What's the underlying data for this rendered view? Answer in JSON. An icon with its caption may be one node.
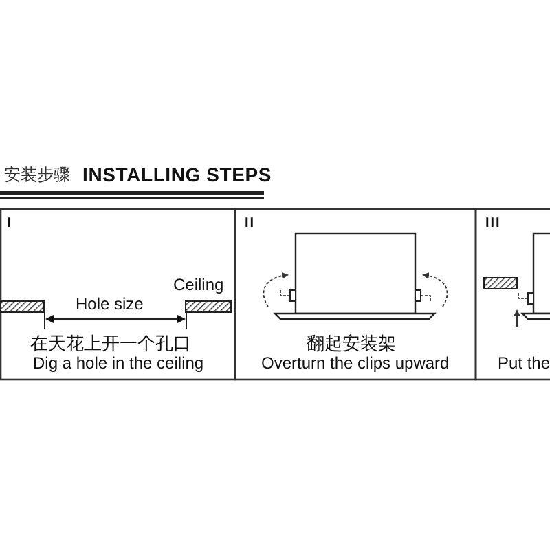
{
  "diagram": {
    "title": "安装步骤",
    "labels": [
      "INSTALLING STEPS",
      "I",
      "Ceiling",
      "Hole size",
      "在天花上开一个孔口",
      "Dig a hole in the ceiling",
      "II",
      "翻起安装架",
      "Overturn the clips upward",
      "III",
      "Put the"
    ]
  }
}
